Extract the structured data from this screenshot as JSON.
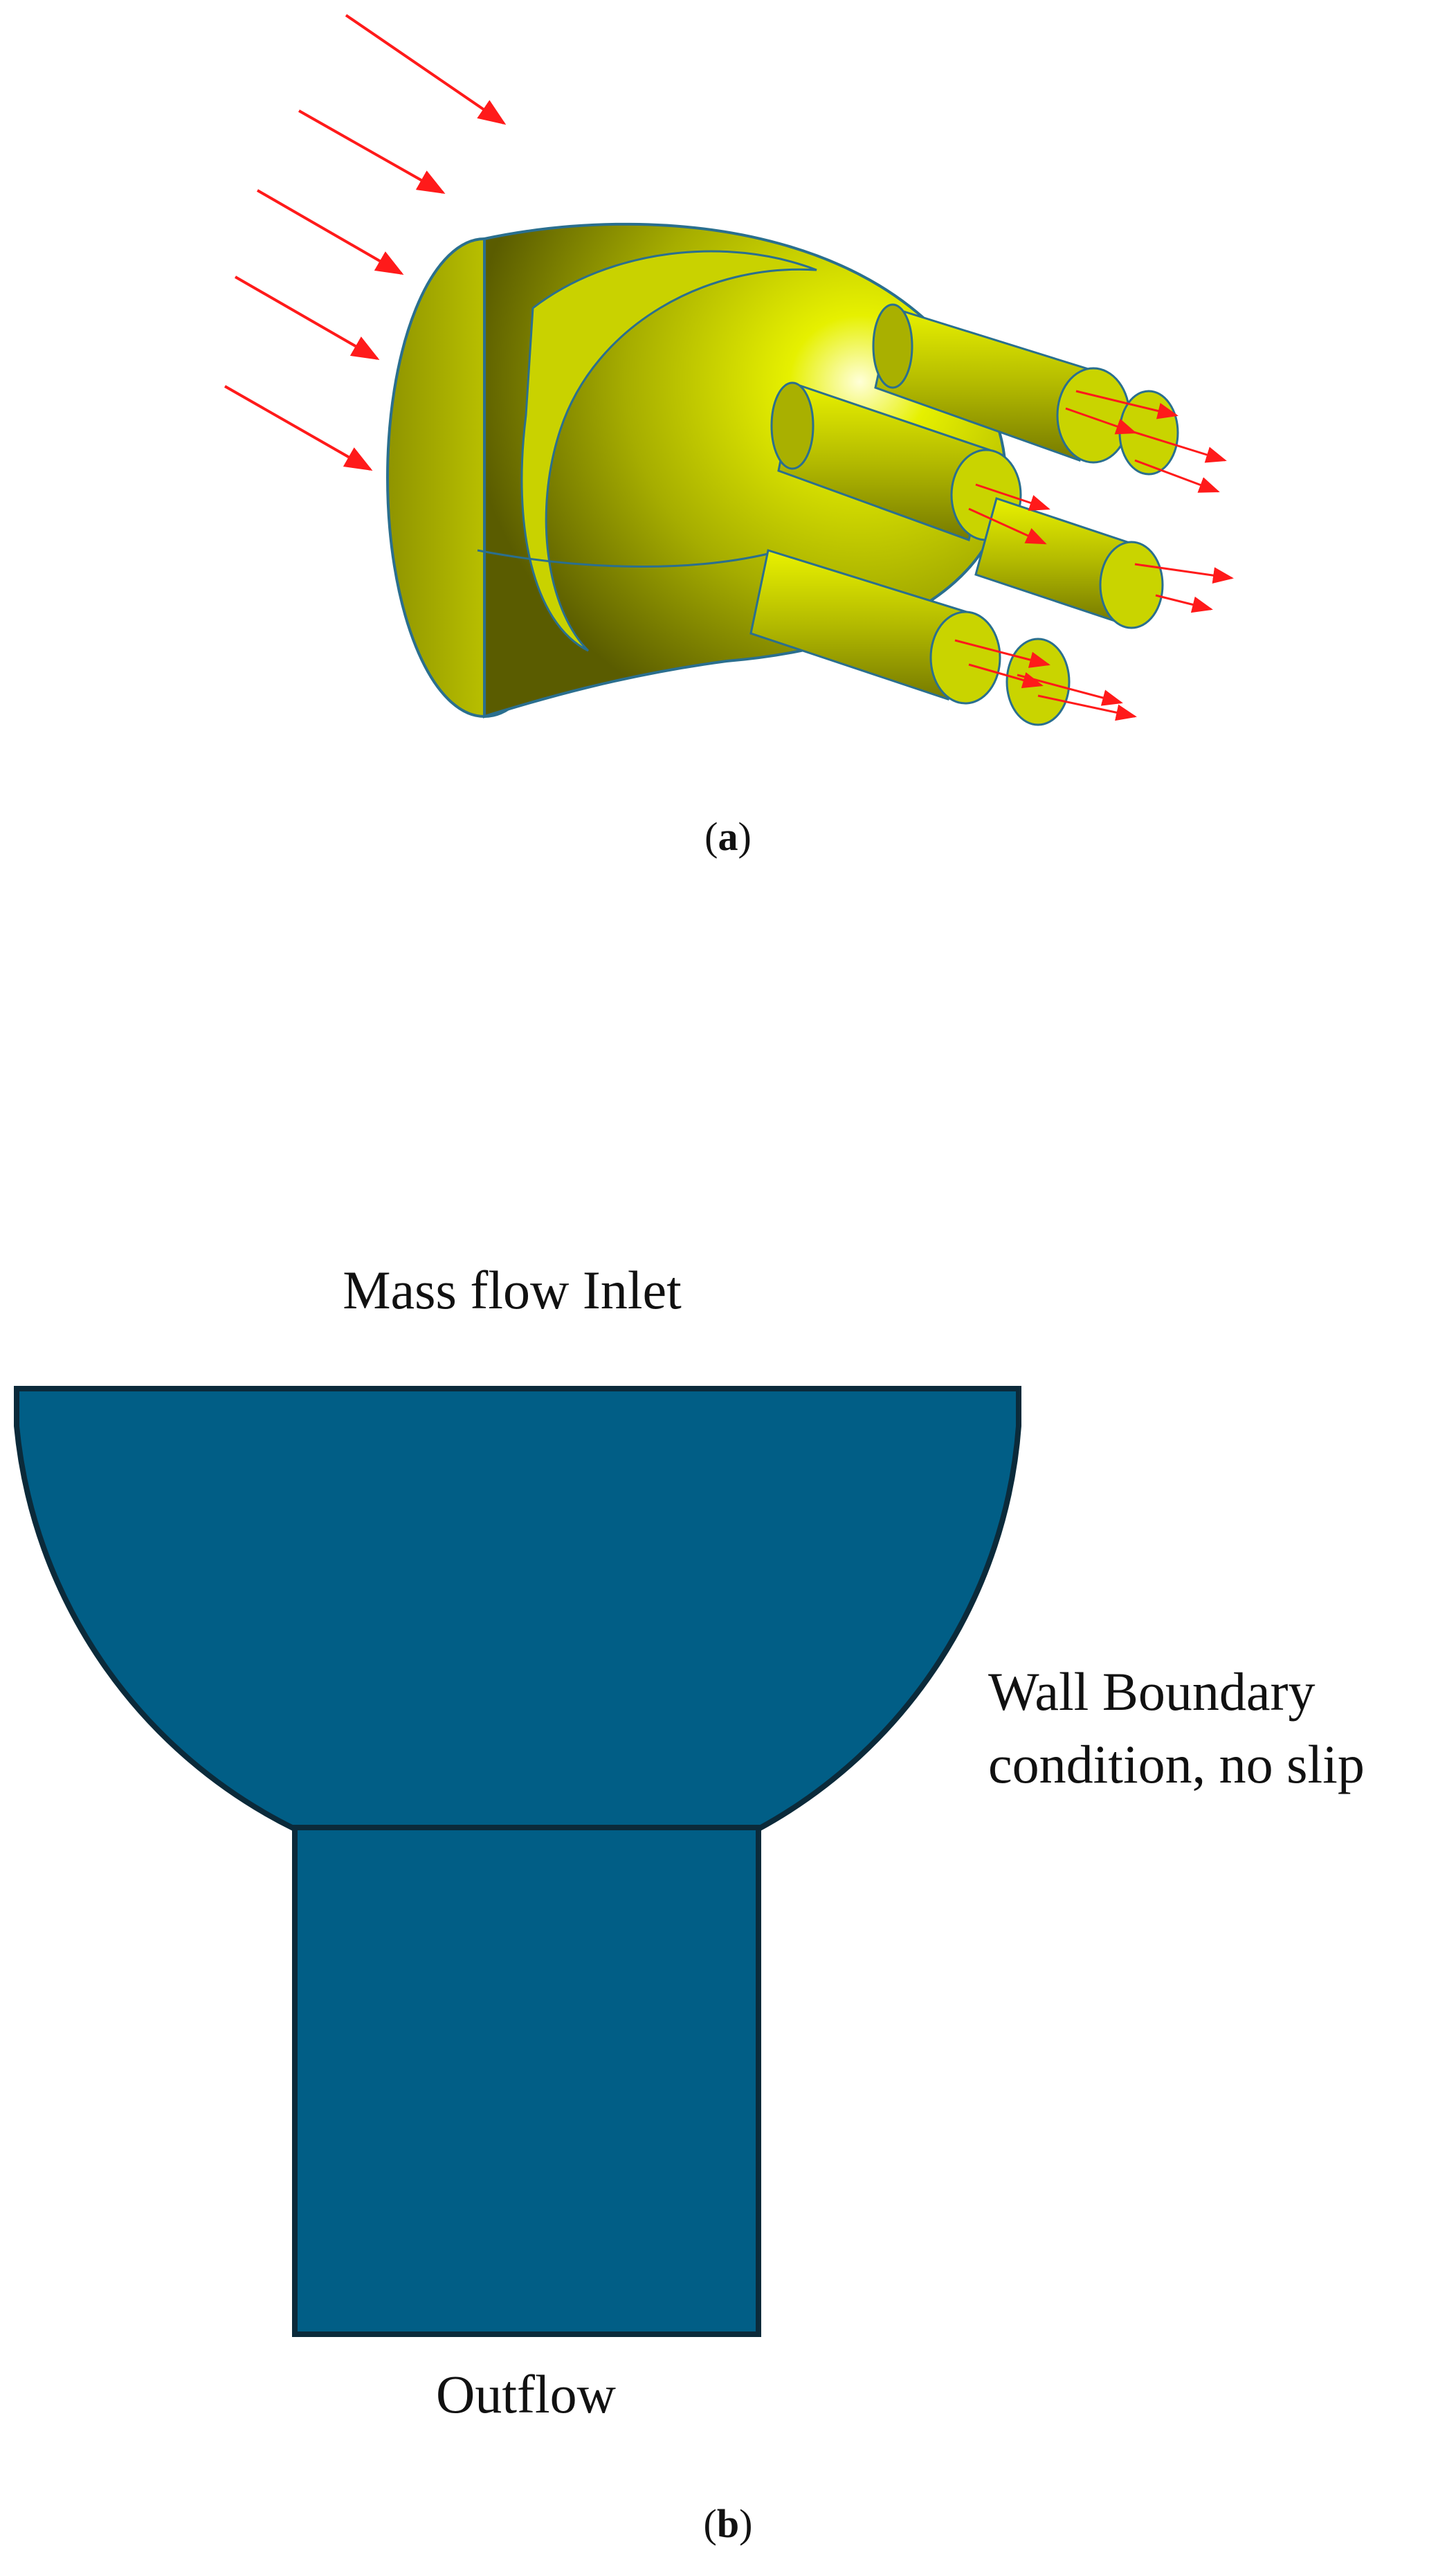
{
  "panel_a": {
    "label_open": "(",
    "label_letter": "a",
    "label_close": ")"
  },
  "panel_b": {
    "label_open": "(",
    "label_letter": "b",
    "label_close": ")",
    "inlet_label": "Mass flow Inlet",
    "wall_label_line1": "Wall Boundary",
    "wall_label_line2": "condition, no slip",
    "outflow_label": "Outflow"
  },
  "colors": {
    "geometry_yellow": "#c8d400",
    "geometry_edge": "#2a6f8f",
    "flow_arrow": "#ff1a1a",
    "domain_fill": "#015e86",
    "domain_stroke": "#0b2a3a"
  }
}
